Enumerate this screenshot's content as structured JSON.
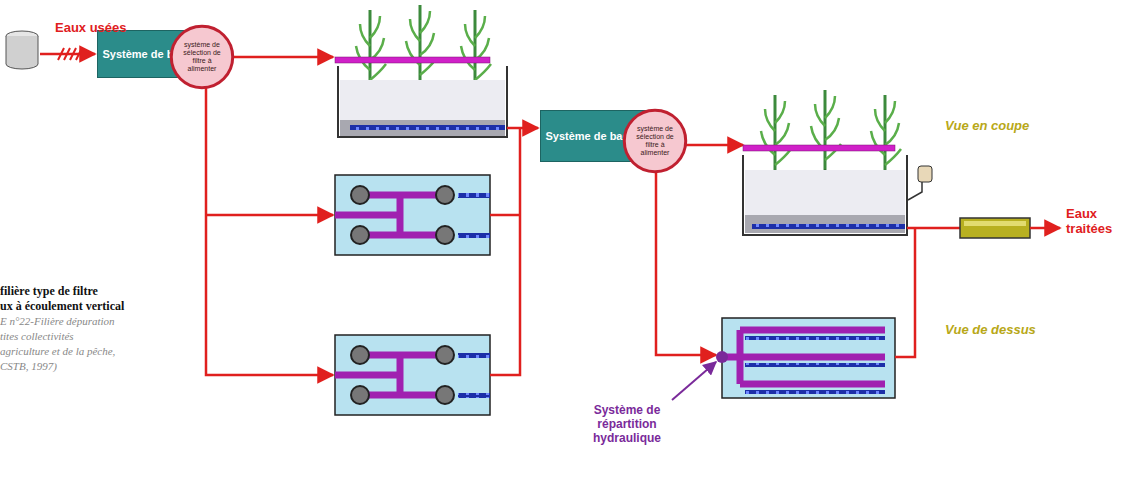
{
  "diagram": {
    "nodes": [
      {
        "text": [
          "Système de bachée"
        ]
      },
      {
        "text": [
          "système de sélection de filtre à alimenter"
        ]
      },
      {
        "text": [
          "Système de bachée"
        ]
      },
      {
        "text": [
          "système de sélection de filtre à alimenter"
        ]
      }
    ],
    "edges": [
      {
        "from": 0,
        "to": 1,
        "arrow": "to"
      },
      {
        "from": 2,
        "to": 3,
        "arrow": "to"
      }
    ],
    "labels": [
      "Eaux usées",
      "Vue en coupe",
      "Eaux traitées",
      "Vue de dessus",
      "Système de répartition hydraulique",
      "filière type de filtre",
      "ux à écoulement vertical",
      "E n°22-Filière dépuration",
      "tites collectivités",
      "agriculture et de la pêche,",
      "CSTB, 1997)"
    ]
  }
}
